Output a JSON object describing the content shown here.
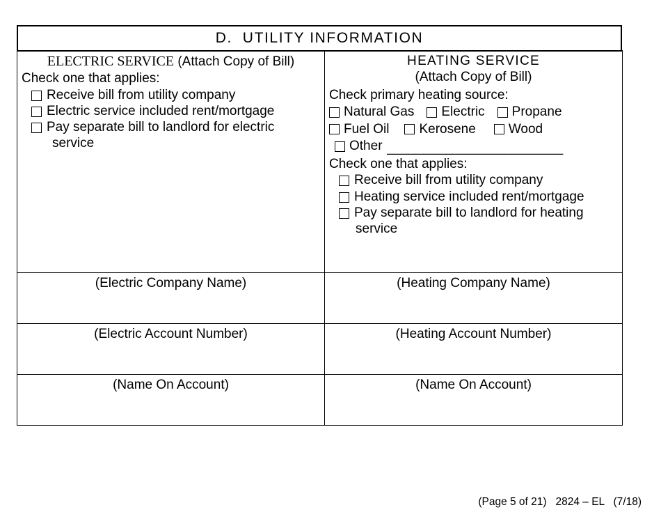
{
  "section": {
    "title": "D.  UTILITY INFORMATION"
  },
  "electric": {
    "heading_main": "ELECTRIC SERVICE",
    "heading_sub": " (Attach Copy of Bill)",
    "instruction": "Check one that applies:",
    "options": [
      {
        "label": "Receive bill from utility company",
        "checked": false
      },
      {
        "label": "Electric service included rent/mortgage",
        "checked": false
      },
      {
        "label": "Pay separate bill to landlord for electric",
        "checked": false
      }
    ],
    "option_continuation": "service",
    "field_company_name": "(Electric Company Name)",
    "field_account_number": "(Electric Account Number)",
    "field_name_on_account": "(Name On Account)"
  },
  "heating": {
    "heading_main": "HEATING SERVICE",
    "heading_sub": "(Attach Copy of Bill)",
    "source_instruction": "Check primary heating source:",
    "sources_row1": [
      {
        "label": "Natural Gas",
        "checked": false
      },
      {
        "label": "Electric",
        "checked": false
      },
      {
        "label": "Propane",
        "checked": false
      }
    ],
    "sources_row2": [
      {
        "label": "Fuel Oil",
        "checked": false
      },
      {
        "label": "Kerosene",
        "checked": false
      },
      {
        "label": "Wood",
        "checked": false
      }
    ],
    "source_other": {
      "label": "Other",
      "checked": false
    },
    "source_other_fill": "________________________",
    "instruction": "Check one that applies:",
    "options": [
      {
        "label": "Receive bill from utility company",
        "checked": false
      },
      {
        "label": "Heating service included rent/mortgage",
        "checked": false
      },
      {
        "label": "Pay separate bill to landlord for heating",
        "checked": false
      }
    ],
    "option_continuation": "service",
    "field_company_name": "(Heating Company Name)",
    "field_account_number": "(Heating Account Number)",
    "field_name_on_account": "(Name On Account)"
  },
  "footer": {
    "text": "(Page 5 of 21)   2824 – EL   (7/18)"
  }
}
